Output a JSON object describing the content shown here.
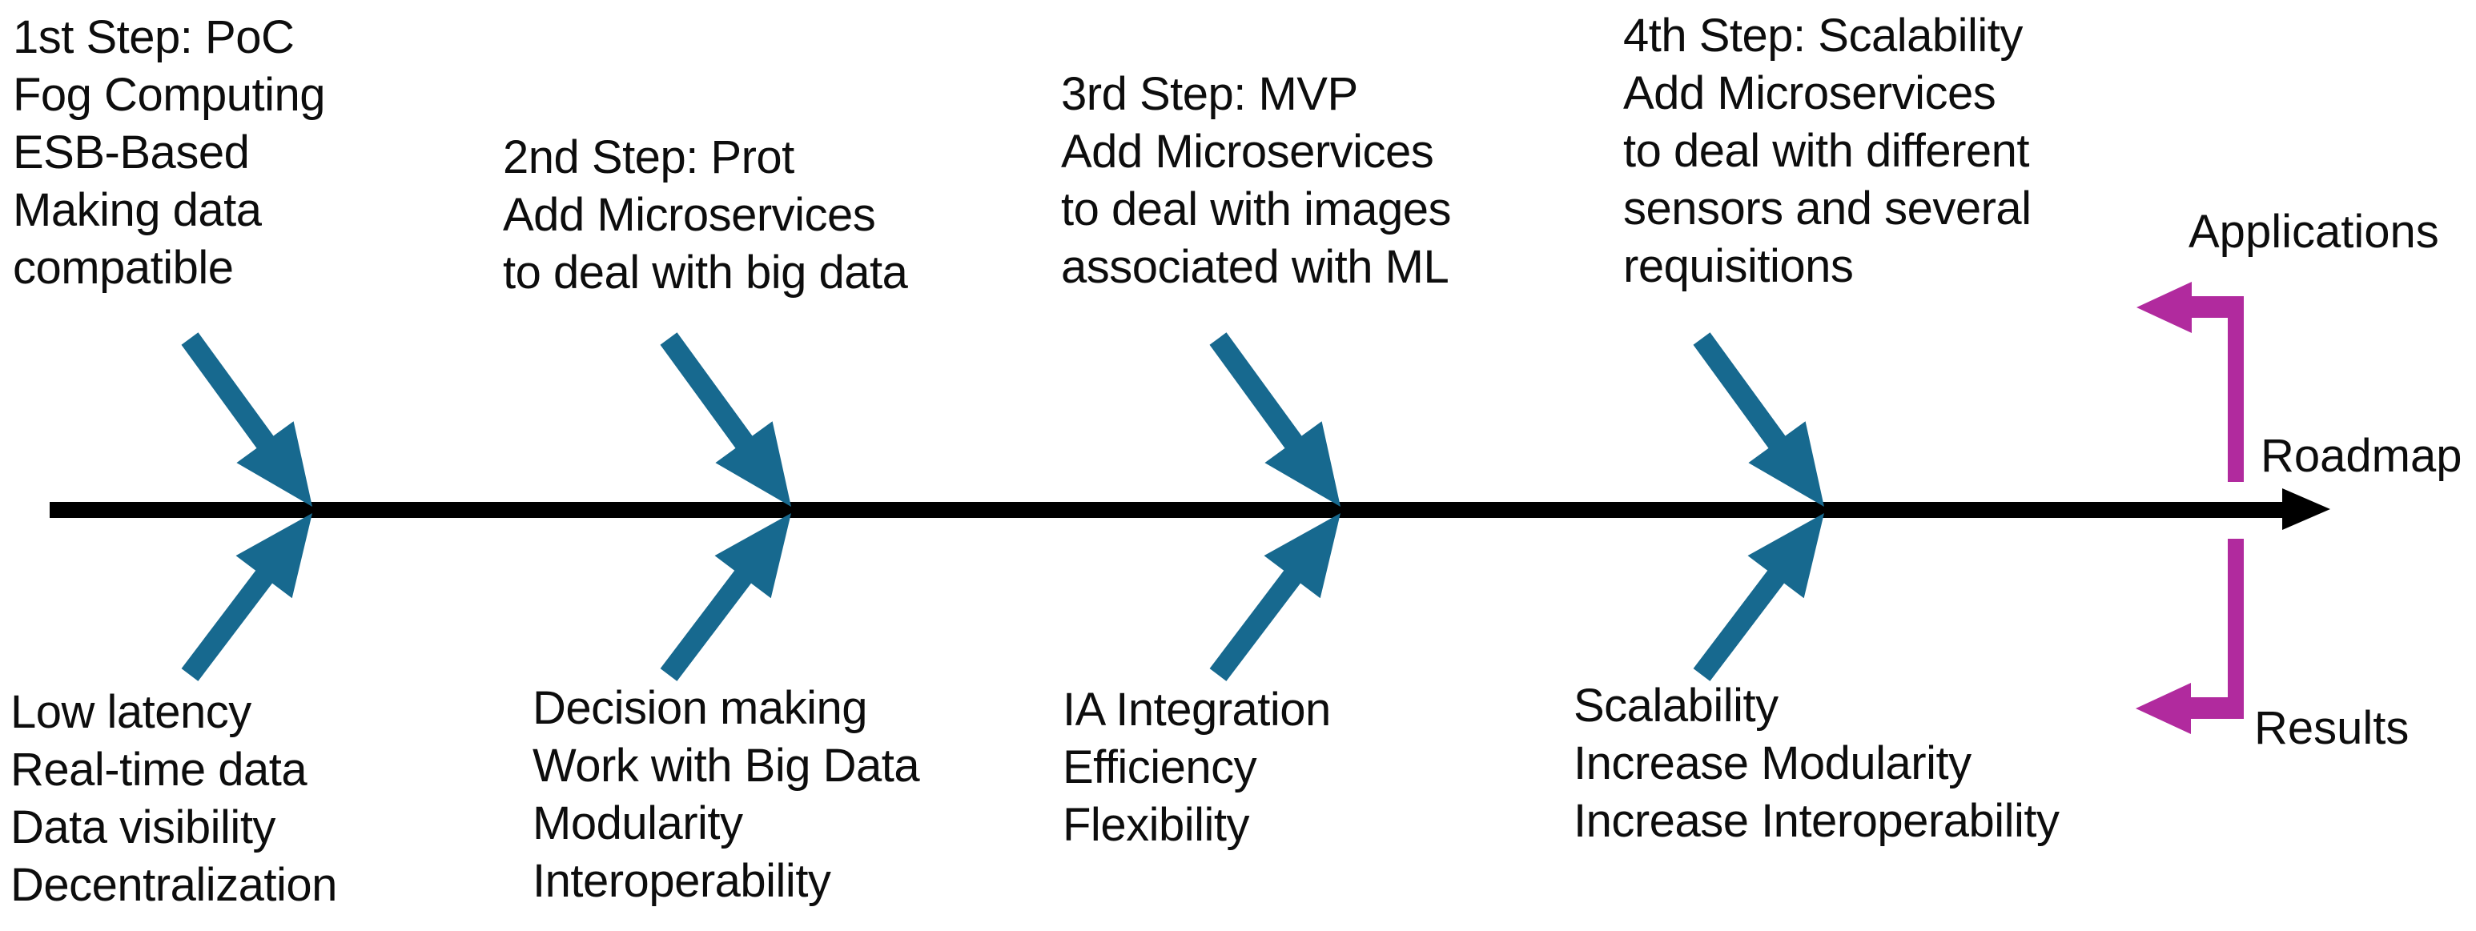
{
  "diagram": {
    "steps": [
      {
        "title_lines": [
          "1st Step: PoC",
          "Fog Computing",
          "ESB-Based",
          "Making data",
          "compatible"
        ],
        "result_lines": [
          "Low latency",
          "Real-time data",
          "Data visibility",
          "Decentralization"
        ]
      },
      {
        "title_lines": [
          "2nd Step: Prot",
          "Add Microservices",
          "to deal with big data"
        ],
        "result_lines": [
          "Decision making",
          "Work with Big Data",
          "Modularity",
          "Interoperability"
        ]
      },
      {
        "title_lines": [
          "3rd Step: MVP",
          "Add Microservices",
          "to deal with images",
          "associated with ML"
        ],
        "result_lines": [
          "IA Integration",
          "Efficiency",
          "Flexibility"
        ]
      },
      {
        "title_lines": [
          "4th Step: Scalability",
          "Add Microservices",
          "to deal with different",
          "sensors and several",
          "requisitions"
        ],
        "result_lines": [
          "Scalability",
          "Increase Modularity",
          "Increase Interoperability"
        ]
      }
    ],
    "labels": {
      "applications": "Applications",
      "roadmap": "Roadmap",
      "results": "Results"
    },
    "colors": {
      "step_arrow_blue": "#17698f",
      "bracket_magenta": "#b12a9e",
      "timeline_black": "#000000"
    }
  }
}
